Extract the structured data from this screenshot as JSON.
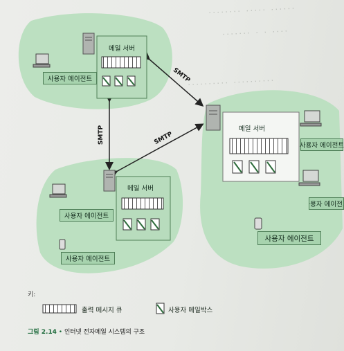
{
  "diagram": {
    "servers": [
      {
        "label": "메일 서버"
      },
      {
        "label": "메일 서버"
      },
      {
        "label": "메일 서버"
      }
    ],
    "agents": [
      {
        "label": "사용자 에이전트"
      },
      {
        "label": "사용자 에이전트"
      },
      {
        "label": "사용자 에이전트"
      },
      {
        "label": "사용자 에이전트"
      },
      {
        "label": "사용자 에이전트"
      },
      {
        "label": "사용자 에이전트"
      }
    ],
    "links": [
      {
        "label": "SMTP"
      },
      {
        "label": "SMTP"
      },
      {
        "label": "SMTP"
      }
    ]
  },
  "key": {
    "title": "키:",
    "queue_label": "출력 메시지 큐",
    "mailbox_label": "사용자 메일박스"
  },
  "caption": {
    "number": "그림 2.14",
    "bullet": "•",
    "text": "인터넷 전자메일 시스템의 구조"
  },
  "colors": {
    "region": "#b9dfbf",
    "box": "#a7d3ae",
    "accent": "#1c6a3a"
  }
}
